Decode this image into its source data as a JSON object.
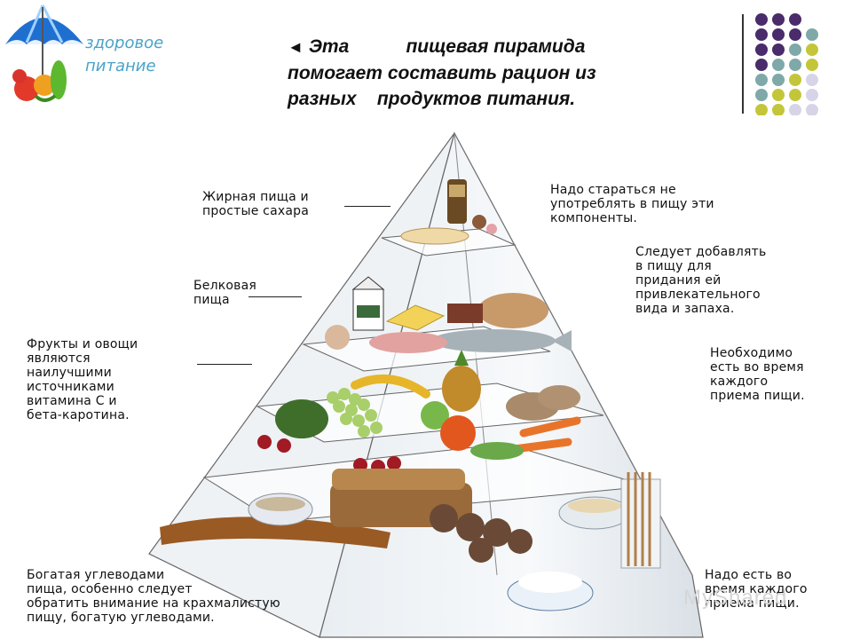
{
  "logo": {
    "text_line1": "здоровое",
    "text_line2": "питание"
  },
  "header": {
    "arrow": "◄",
    "line1": "Эта           пищевая пирамида",
    "line2": "помогает составить рацион из",
    "line3": "разных    продуктов питания."
  },
  "labels": {
    "fat": [
      "Жирная пища и",
      "простые сахара"
    ],
    "protein": [
      "Белковая",
      "пища"
    ],
    "fruit": [
      "Фрукты и овощи",
      "являются",
      "наилучшими",
      "источниками",
      "витамина С и",
      "бета-каротина."
    ],
    "carbs": [
      "Богатая углеводами",
      "пища, особенно следует",
      "обратить внимание на крахмалистую",
      "пищу, богатую углеводами."
    ]
  },
  "notes": {
    "fat": [
      "Надо стараться не",
      "употреблять в пищу эти",
      "компоненты."
    ],
    "protein": [
      "Следует добавлять",
      "в пищу для",
      "придания ей",
      "привлекательного",
      "вида и запаха."
    ],
    "fruit": [
      "Необходимо",
      "есть во время",
      "каждого",
      "приема пищи."
    ],
    "carbs": [
      "Надо есть во",
      "время каждого",
      "приема пищи."
    ]
  },
  "watermark": "MyShared",
  "colors": {
    "dot_purple": "#4a2b6b",
    "dot_teal": "#7ea9a8",
    "dot_lime": "#c4c63a",
    "dot_lavender": "#d6d4e6",
    "logo_text": "#4aa3c8"
  }
}
